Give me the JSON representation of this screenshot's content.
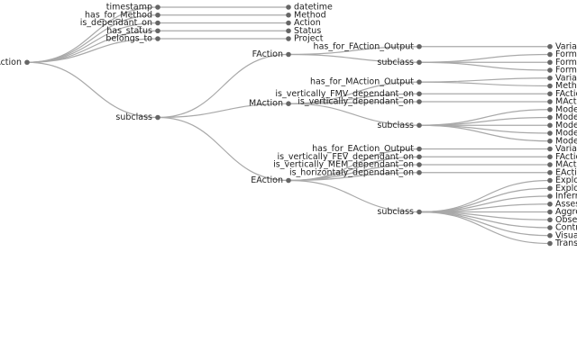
{
  "colors": {
    "node": "#666666",
    "link": "#a9a9a9",
    "text": "#222222",
    "background": "#ffffff"
  },
  "tree": {
    "name": "Action",
    "children": [
      {
        "name": "timestamp",
        "children": [
          {
            "name": "datetime"
          }
        ]
      },
      {
        "name": "has_for_Method",
        "children": [
          {
            "name": "Method"
          }
        ]
      },
      {
        "name": "is_dependant_on",
        "children": [
          {
            "name": "Action"
          }
        ]
      },
      {
        "name": "has_status",
        "children": [
          {
            "name": "Status"
          }
        ]
      },
      {
        "name": "belongs_to",
        "children": [
          {
            "name": "Project"
          }
        ]
      },
      {
        "name": "subclass",
        "children": [
          {
            "name": "FAction",
            "children": [
              {
                "name": "has_for_FAction_Output",
                "children": [
                  {
                    "name": "Variab"
                  }
                ]
              },
              {
                "name": "subclass",
                "children": [
                  {
                    "name": "Formu"
                  },
                  {
                    "name": "Formu"
                  },
                  {
                    "name": "Formu"
                  }
                ]
              }
            ]
          },
          {
            "name": "MAction",
            "children": [
              {
                "name": "has_for_MAction_Output",
                "children": [
                  {
                    "name": "Variab"
                  },
                  {
                    "name": "Metho"
                  }
                ]
              },
              {
                "name": "is_vertically_FMV_dependant_on",
                "children": [
                  {
                    "name": "FAction"
                  }
                ]
              },
              {
                "name": "is_vertically_dependant_on",
                "children": [
                  {
                    "name": "MAction"
                  }
                ]
              },
              {
                "name": "subclass",
                "children": [
                  {
                    "name": "Model"
                  },
                  {
                    "name": "Model"
                  },
                  {
                    "name": "Model"
                  },
                  {
                    "name": "Model"
                  },
                  {
                    "name": "Model"
                  }
                ]
              }
            ]
          },
          {
            "name": "EAction",
            "children": [
              {
                "name": "has_for_EAction_Output",
                "children": [
                  {
                    "name": "Variab"
                  }
                ]
              },
              {
                "name": "is_vertically_FEV_dependant_on",
                "children": [
                  {
                    "name": "FAction"
                  }
                ]
              },
              {
                "name": "is_vertically_MEM_dependant_on",
                "children": [
                  {
                    "name": "MAction"
                  }
                ]
              },
              {
                "name": "is_horizontaly_dependant_on",
                "children": [
                  {
                    "name": "EAction"
                  }
                ]
              },
              {
                "name": "subclass",
                "children": [
                  {
                    "name": "Explor"
                  },
                  {
                    "name": "Explor"
                  },
                  {
                    "name": "Inferri"
                  },
                  {
                    "name": "Assess"
                  },
                  {
                    "name": "Aggre"
                  },
                  {
                    "name": "Obser"
                  },
                  {
                    "name": "Contro"
                  },
                  {
                    "name": "Visual"
                  },
                  {
                    "name": "Transf"
                  }
                ]
              }
            ]
          }
        ]
      }
    ]
  }
}
